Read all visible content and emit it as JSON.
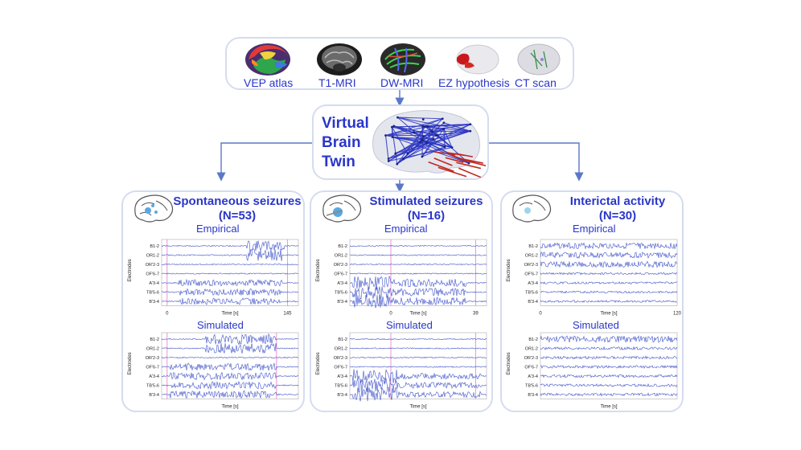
{
  "inputs": {
    "labels": [
      "VEP atlas",
      "T1-MRI",
      "DW-MRI",
      "EZ hypothesis",
      "CT scan"
    ]
  },
  "vbt": {
    "line1": "Virtual",
    "line2": "Brain",
    "line3": "Twin"
  },
  "panels": [
    {
      "title_line1": "Spontaneous seizures",
      "title_line2": "(N=53)",
      "empirical_label": "Empirical",
      "simulated_label": "Simulated",
      "empirical_x_ticks": [
        "0",
        "145"
      ],
      "channels_empirical": [
        "B1-2",
        "OR1-2",
        "OR'2-3",
        "OF'6-7",
        "A'3-4",
        "TB'5-6",
        "B'3-4"
      ],
      "channels_simulated": [
        "B1-2",
        "OR1-2",
        "OR'2-3",
        "OF'6-7",
        "A'3-4",
        "TB'5-6",
        "B'3-4"
      ],
      "xlabel": "Time [s]",
      "ylabel": "Electrodes"
    },
    {
      "title_line1": "Stimulated seizures",
      "title_line2": "(N=16)",
      "empirical_label": "Empirical",
      "simulated_label": "Simulated",
      "empirical_x_ticks": [
        "0",
        "39"
      ],
      "channels_empirical": [
        "B1-2",
        "OR1-2",
        "OR'2-3",
        "OF'6-7",
        "A'3-4",
        "TB'5-6",
        "B'3-4"
      ],
      "channels_simulated": [
        "B1-2",
        "OR1-2",
        "OR'2-3",
        "OF'6-7",
        "A'3-4",
        "TB'5-6",
        "B'3-4"
      ],
      "xlabel": "Time [s]",
      "ylabel": "Electrodes"
    },
    {
      "title_line1": "Interictal activity",
      "title_line2": "(N=30)",
      "empirical_label": "Empirical",
      "simulated_label": "Simulated",
      "empirical_x_ticks": [
        "0",
        "120"
      ],
      "channels_empirical": [
        "B1-2",
        "OR1-2",
        "OR'2-3",
        "OF'6-7",
        "A'3-4",
        "TB'5-6",
        "B'3-4"
      ],
      "channels_simulated": [
        "B1-2",
        "OR1-2",
        "OR'2-3",
        "OF'6-7",
        "A'3-4",
        "TB'5-6",
        "B'3-4"
      ],
      "xlabel": "Time [s]",
      "ylabel": "Electrodes"
    }
  ],
  "colors": {
    "accent": "#2a36c9",
    "trace": "#3f52c8",
    "marker": "#e58ad6",
    "border": "#d4dcef"
  }
}
